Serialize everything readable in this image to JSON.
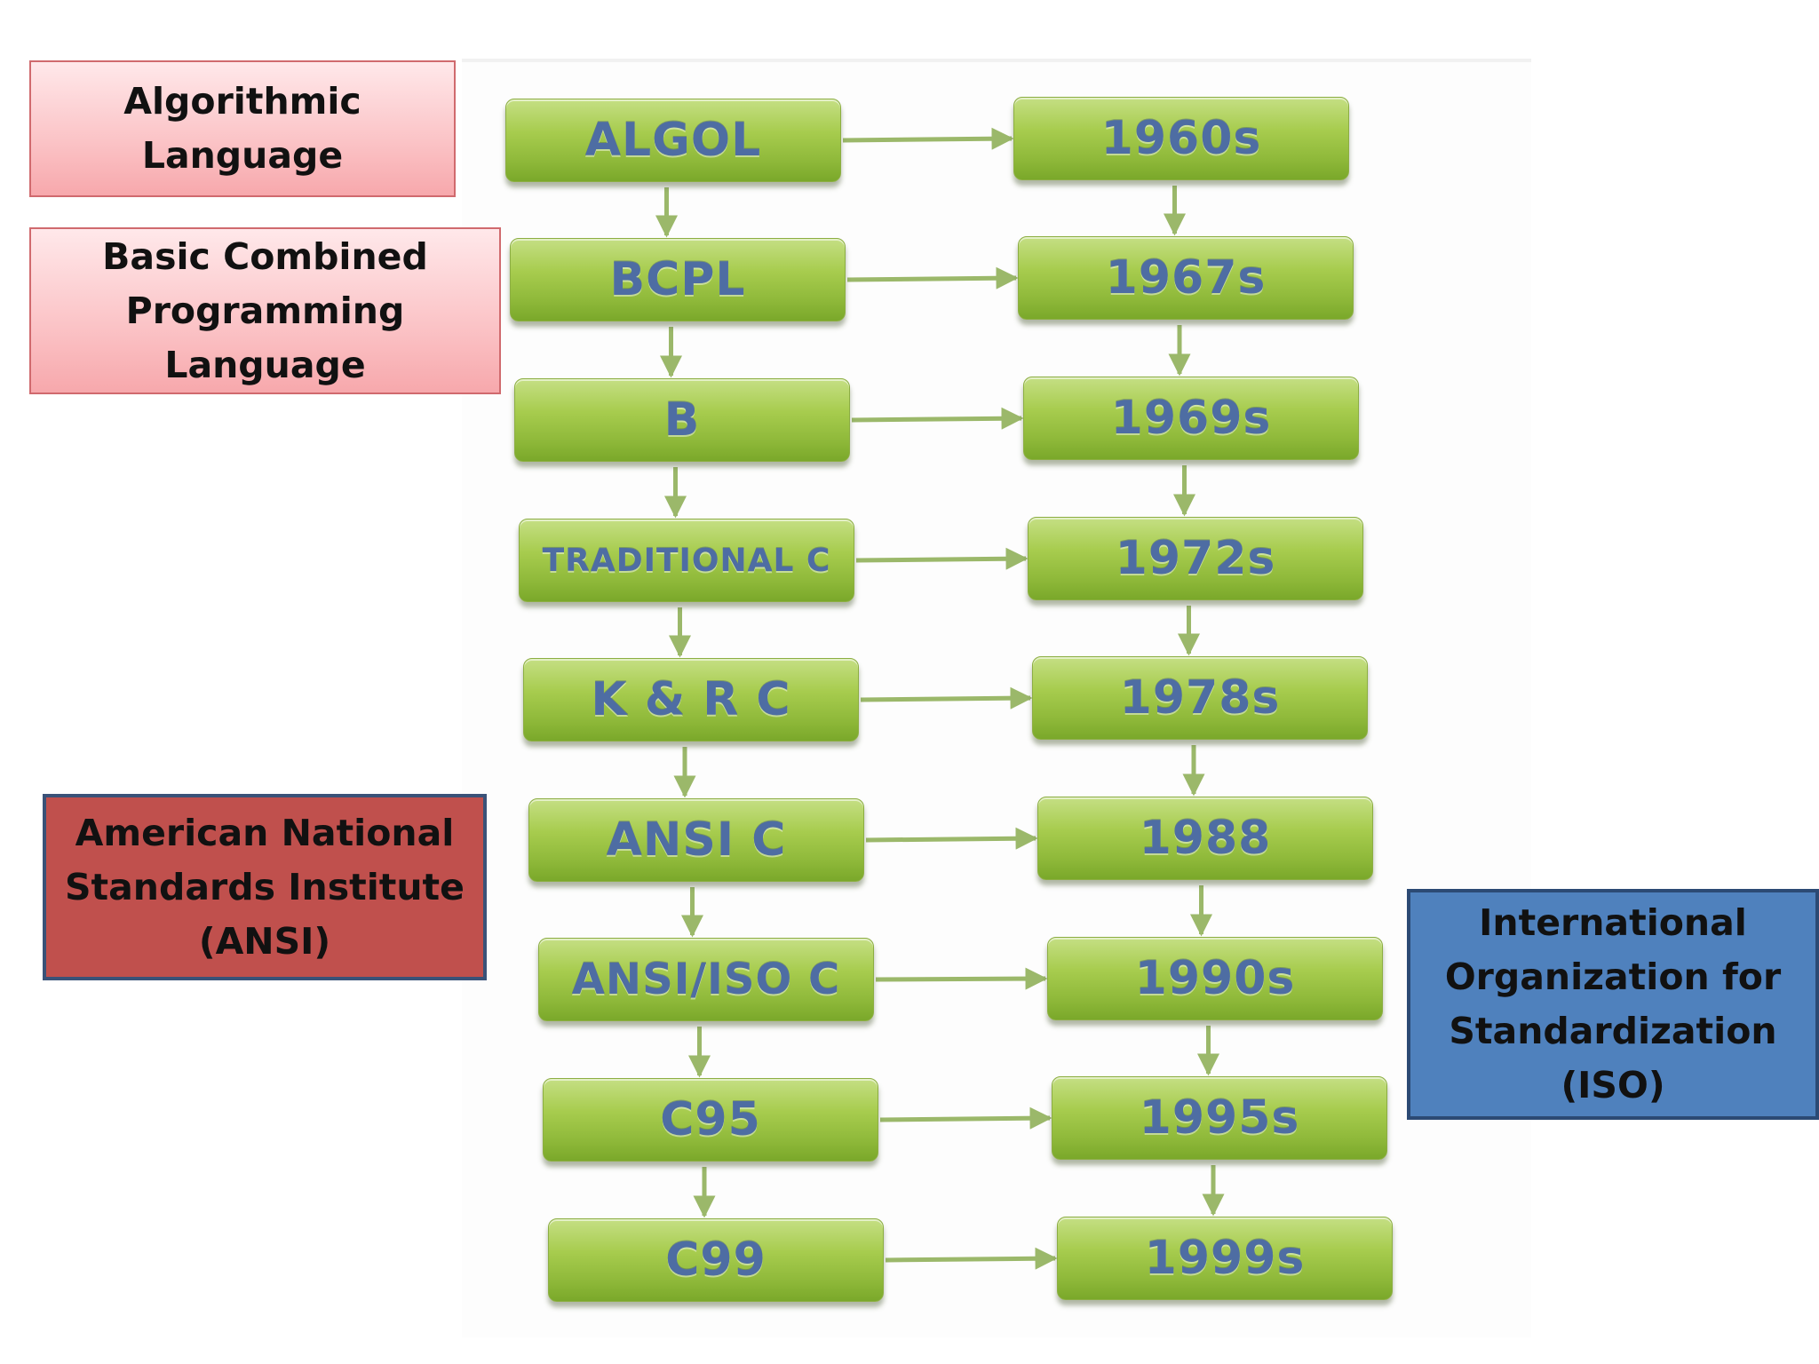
{
  "notes": {
    "algol": "Algorithmic\nLanguage",
    "bcpl": "Basic Combined\nProgramming\nLanguage",
    "ansi": "American National\nStandards Institute\n(ANSI)",
    "iso": "International\nOrganization for\nStandardization\n(ISO)"
  },
  "timeline": [
    {
      "language": "ALGOL",
      "year": "1960s"
    },
    {
      "language": "BCPL",
      "year": "1967s"
    },
    {
      "language": "B",
      "year": "1969s"
    },
    {
      "language": "TRADITIONAL C",
      "year": "1972s"
    },
    {
      "language": "K & R C",
      "year": "1978s"
    },
    {
      "language": "ANSI C",
      "year": "1988"
    },
    {
      "language": "ANSI/ISO C",
      "year": "1990s"
    },
    {
      "language": "C95",
      "year": "1995s"
    },
    {
      "language": "C99",
      "year": "1999s"
    }
  ],
  "colors": {
    "box_green": "#9cc544",
    "box_text": "#4e6da3",
    "arrow": "#9bb86a",
    "note_pink": "#fbc3c6",
    "note_red": "#c0504d",
    "note_blue": "#4f81bd"
  }
}
